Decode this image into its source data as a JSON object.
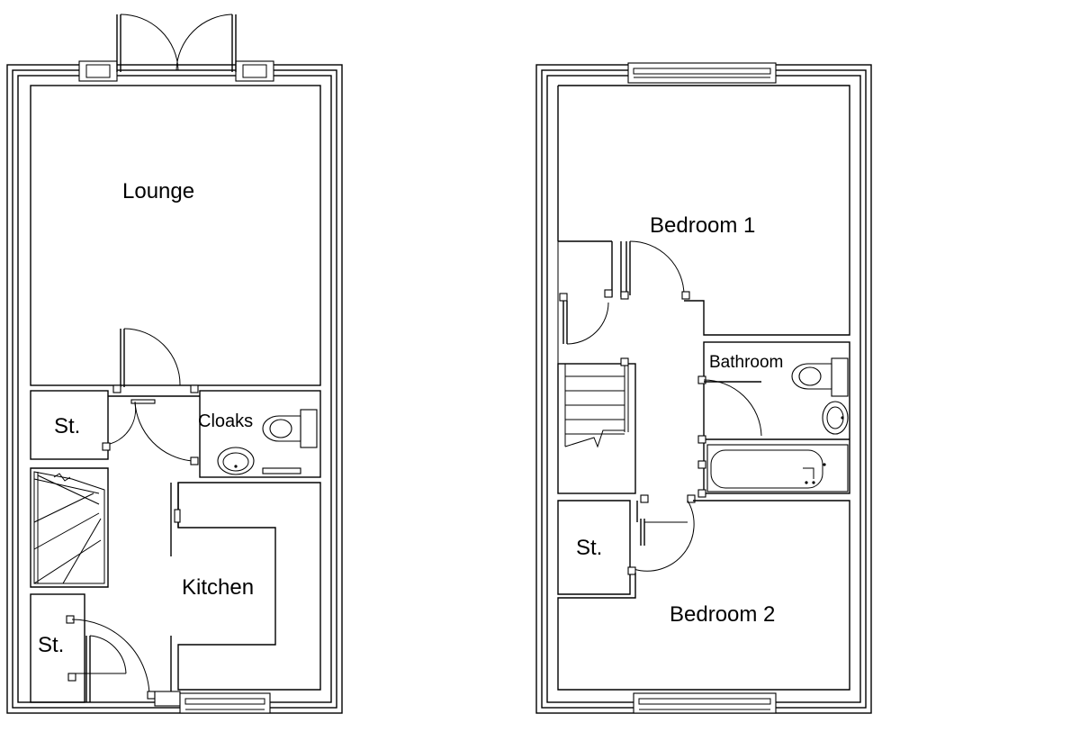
{
  "ground_floor": {
    "rooms": {
      "lounge": "Lounge",
      "store_upper": "St.",
      "cloaks": "Cloaks",
      "kitchen": "Kitchen",
      "store_lower": "St."
    }
  },
  "first_floor": {
    "rooms": {
      "bedroom_1": "Bedroom 1",
      "bathroom": "Bathroom",
      "store": "St.",
      "bedroom_2": "Bedroom 2"
    }
  },
  "colors": {
    "line": "#000000",
    "background": "#ffffff"
  }
}
